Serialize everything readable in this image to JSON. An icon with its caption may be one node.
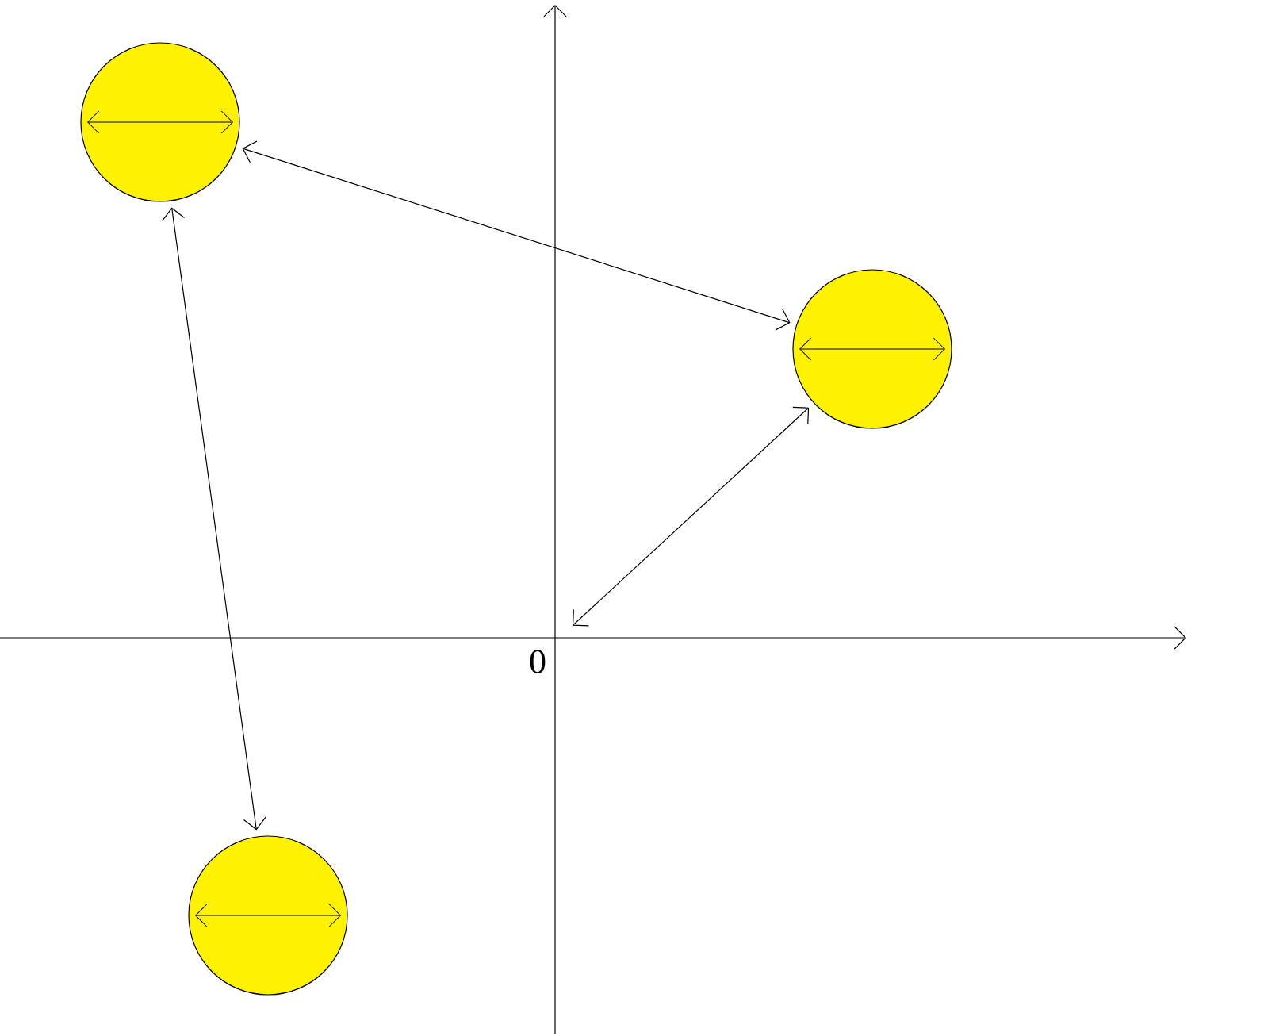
{
  "diagram": {
    "nodes": [
      {
        "text": [],
        "shape": "circle"
      },
      {
        "text": [],
        "shape": "circle"
      },
      {
        "text": [],
        "shape": "circle"
      },
      {
        "text": [
          "0"
        ]
      }
    ],
    "edges": [
      {
        "from": 0,
        "to": 1,
        "arrow": "both"
      },
      {
        "from": 0,
        "to": 2,
        "arrow": "both"
      },
      {
        "from": 1,
        "to": 3,
        "arrow": "both"
      }
    ]
  }
}
